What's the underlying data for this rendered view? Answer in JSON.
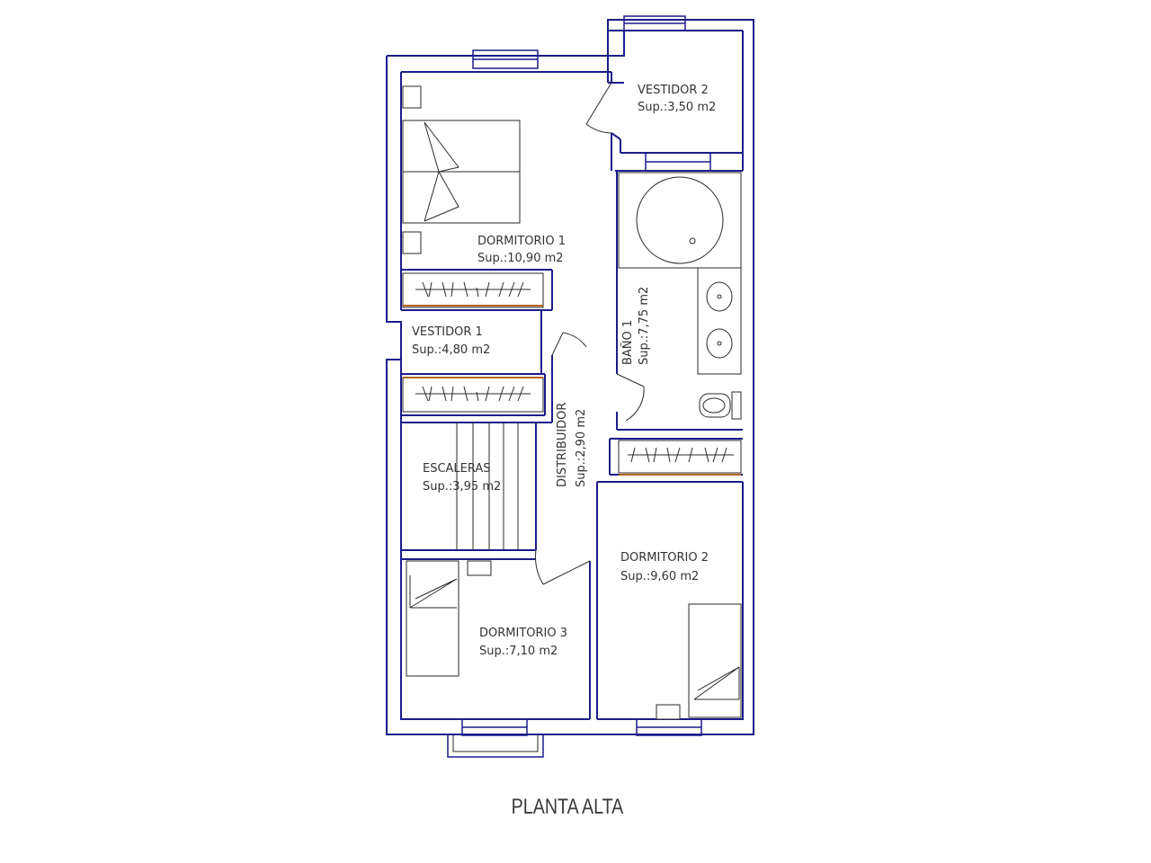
{
  "plan": {
    "title": "PLANTA ALTA",
    "colors": {
      "wall": "#1c1c8c",
      "line": "#2a2a2a",
      "wood": "#b5651d",
      "text": "#333333"
    },
    "rooms": {
      "vestidor2": {
        "name": "VESTIDOR 2",
        "area": "Sup.:3,50 m2"
      },
      "dormitorio1": {
        "name": "DORMITORIO 1",
        "area": "Sup.:10,90 m2"
      },
      "vestidor1": {
        "name": "VESTIDOR 1",
        "area": "Sup.:4,80 m2"
      },
      "bano1": {
        "name": "BAÑO 1",
        "area": "Sup.:7,75 m2"
      },
      "distribuidor": {
        "name": "DISTRIBUIDOR",
        "area": "Sup.:2,90 m2"
      },
      "escaleras": {
        "name": "ESCALERAS",
        "area": "Sup.:3,95 m2"
      },
      "dormitorio2": {
        "name": "DORMITORIO 2",
        "area": "Sup.:9,60 m2"
      },
      "dormitorio3": {
        "name": "DORMITORIO 3",
        "area": "Sup.:7,10 m2"
      }
    }
  }
}
